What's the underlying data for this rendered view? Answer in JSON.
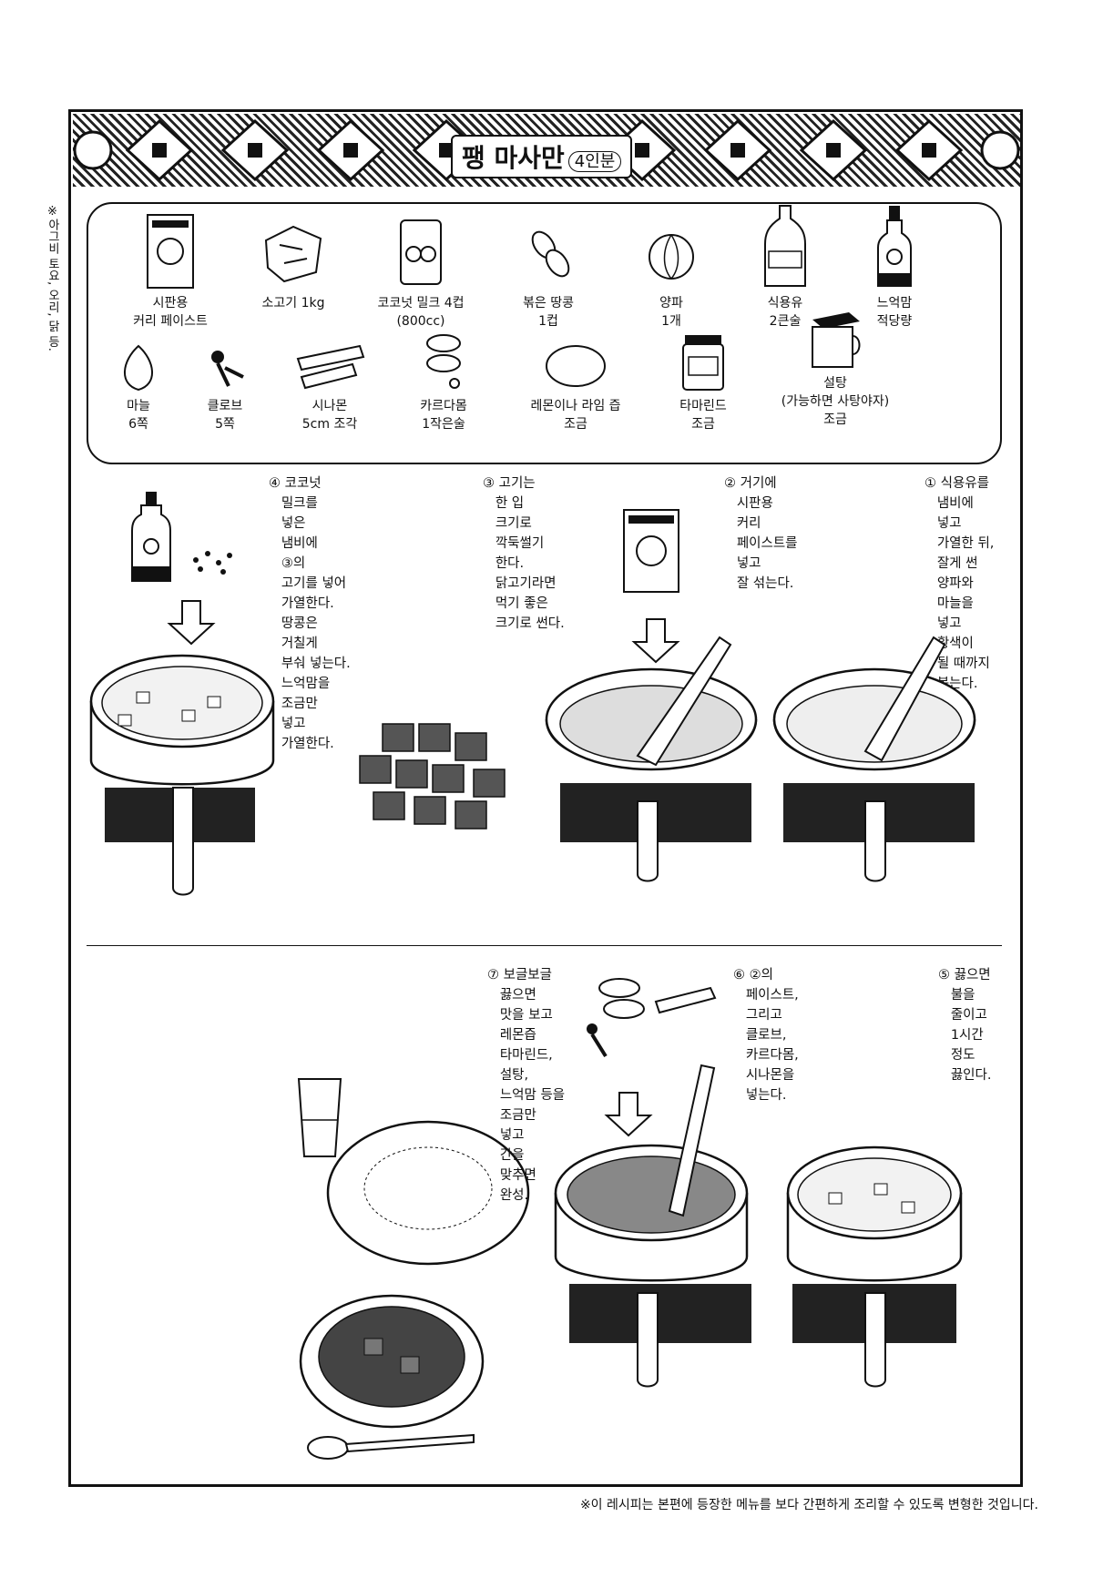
{
  "side_note": "※아그비 토요, 오리, 닭 등.",
  "title": {
    "main": "팽 마사만",
    "servings": "4인분"
  },
  "ingredients": [
    {
      "id": "curry-paste",
      "icon": "curry-paste-package-icon",
      "line1": "시판용",
      "line2": "커리 페이스트"
    },
    {
      "id": "beef",
      "icon": "beef-icon",
      "line1": "소고기 1kg",
      "line2": ""
    },
    {
      "id": "coconut-milk",
      "icon": "coconut-milk-can-icon",
      "line1": "코코넛 밀크 4컵",
      "line2": "(800cc)"
    },
    {
      "id": "peanuts",
      "icon": "peanut-icon",
      "line1": "볶은 땅콩",
      "line2": "1컵"
    },
    {
      "id": "onion",
      "icon": "onion-icon",
      "line1": "양파",
      "line2": "1개"
    },
    {
      "id": "oil",
      "icon": "oil-bottle-icon",
      "line1": "식용유",
      "line2": "2큰술"
    },
    {
      "id": "fish-sauce",
      "icon": "fish-sauce-bottle-icon",
      "line1": "느억맘",
      "line2": "적당량"
    },
    {
      "id": "garlic",
      "icon": "garlic-icon",
      "line1": "마늘",
      "line2": "6쪽"
    },
    {
      "id": "clove",
      "icon": "clove-icon",
      "line1": "클로브",
      "line2": "5쪽"
    },
    {
      "id": "cinnamon",
      "icon": "cinnamon-stick-icon",
      "line1": "시나몬",
      "line2": "5cm 조각"
    },
    {
      "id": "cardamom",
      "icon": "cardamom-icon",
      "line1": "카르다몸",
      "line2": "1작은술"
    },
    {
      "id": "lemon",
      "icon": "lemon-icon",
      "line1": "레몬이나 라임 즙",
      "line2": "조금"
    },
    {
      "id": "tamarind",
      "icon": "tamarind-jar-icon",
      "line1": "타마린드",
      "line2": "조금"
    },
    {
      "id": "sugar",
      "icon": "sugar-box-icon",
      "line1": "설탕",
      "line2": "(가능하면 사탕야자)",
      "line3": "조금"
    }
  ],
  "steps": {
    "s1": "① 식용유를\n   냄비에\n   넣고\n   가열한 뒤,\n   잘게 썬\n   양파와\n   마늘을\n   넣고\n   황색이\n   될 때까지\n   볶는다.",
    "s2": "② 거기에\n   시판용\n   커리\n   페이스트를\n   넣고\n   잘 섞는다.",
    "s3": "③ 고기는\n   한 입\n   크기로\n   깍둑썰기\n   한다.\n   닭고기라면\n   먹기 좋은\n   크기로 썬다.",
    "s4": "④ 코코넛\n   밀크를\n   넣은\n   냄비에\n   ③의\n   고기를 넣어\n   가열한다.\n   땅콩은\n   거칠게\n   부숴 넣는다.\n   느억맘을\n   조금만\n   넣고\n   가열한다.",
    "s5": "⑤ 끓으면\n   불을\n   줄이고\n   1시간\n   정도\n   끓인다.",
    "s6": "⑥ ②의\n   페이스트,\n   그리고\n   클로브,\n   카르다몸,\n   시나몬을\n   넣는다.",
    "s7": "⑦ 보글보글\n   끓으면\n   맛을 보고\n   레몬즙\n   타마린드,\n   설탕,\n   느억맘 등을\n   조금만\n   넣고\n   간을\n   맞추면\n   완성."
  },
  "footnote": "※이 레시피는 본편에 등장한 메뉴를 보다 간편하게 조리할 수 있도록 변형한 것입니다."
}
